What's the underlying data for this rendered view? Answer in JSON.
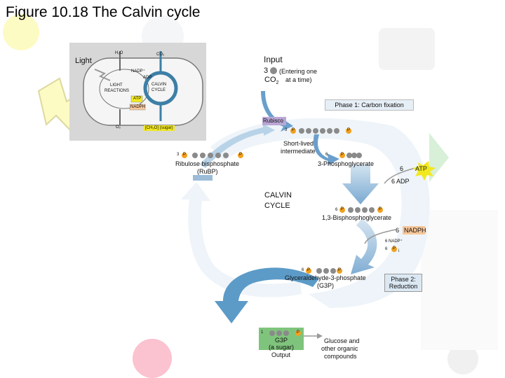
{
  "title": "Figure 10.18 The Calvin cycle",
  "inset": {
    "light": "Light",
    "h2o": "H₂O",
    "co2": "CO₂",
    "nadp": "NADP⁺",
    "adp": "ADP",
    "light_reactions_1": "LIGHT",
    "light_reactions_2": "REACTIONS",
    "calvin_1": "CALVIN",
    "calvin_2": "CYCLE",
    "atp": "ATP",
    "nadph": "NADPH",
    "o2": "O₂",
    "sugar": "[CH₂O] (sugar)"
  },
  "input": {
    "heading": "Input",
    "count": "3",
    "entering_1": "(Entering one",
    "co2": "CO",
    "co2_sub": "2",
    "entering_2": "at a time)"
  },
  "phase1": "Phase 1: Carbon fixation",
  "phase2_1": "Phase 2:",
  "phase2_2": "Reduction",
  "rubisco": "Rubisco",
  "labels": {
    "intermediate_count": "3",
    "short_lived_1": "Short-lived",
    "short_lived_2": "intermediate",
    "rubp_count": "3",
    "rubp_1": "Ribulose bisphosphate",
    "rubp_2": "(RuBP)",
    "pga_count": "6",
    "pga": "3-Phosphoglycerate",
    "atp_count": "6",
    "atp": "ATP",
    "adp": "6 ADP",
    "calvin_1": "CALVIN",
    "calvin_2": "CYCLE",
    "bpg_count": "6",
    "bpg": "1,3-Bisphosphoglycerate",
    "nadph_count": "6",
    "nadph": "NADPH",
    "nadp": "6 NADP⁺",
    "pi_count": "6",
    "pi_sub": "i",
    "g3p_count": "6",
    "g3p_1": "Glyceraldehyde-3-phosphate",
    "g3p_2": "(G3P)",
    "out_count": "1",
    "out_1": "G3P",
    "out_2": "(a sugar)",
    "out_3": "Output",
    "glucose_1": "Glucose and",
    "glucose_2": "other organic",
    "glucose_3": "compounds",
    "p": "P"
  },
  "colors": {
    "arrow_blue": "#6a9fcc",
    "arrow_light": "#b8d3e8",
    "carbon": "#8a8a8a",
    "phosphate": "#f0a020",
    "atp_green": "#f2e820",
    "nadph": "#f7c79a",
    "rubisco": "#b9a7d6",
    "output_green": "#7fc47c",
    "inset_bg": "#d7d7d7"
  }
}
